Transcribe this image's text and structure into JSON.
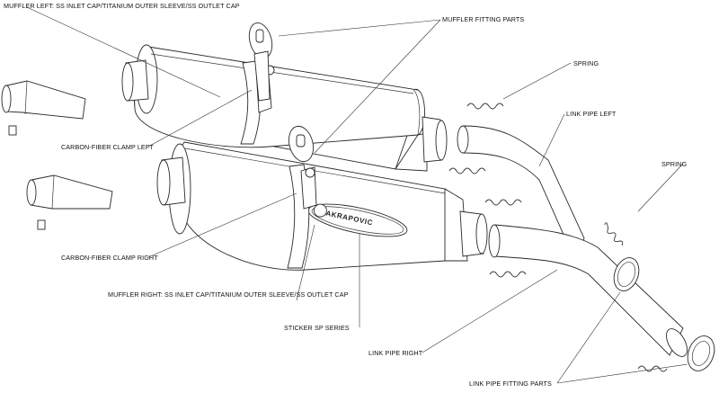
{
  "labels": {
    "muffler_left": "MUFFLER LEFT: SS INLET CAP/TITANIUM OUTER SLEEVE/SS OUTLET CAP",
    "muffler_fitting_parts": "MUFFLER FITTING PARTS",
    "spring_top": "SPRING",
    "link_pipe_left": "LINK PIPE LEFT",
    "carbon_clamp_left": "CARBON-FIBER CLAMP LEFT",
    "spring_right": "SPRING",
    "carbon_clamp_right": "CARBON-FIBER CLAMP RIGHT",
    "muffler_right": "MUFFLER RIGHT: SS INLET CAP/TITANIUM OUTER SLEEVE/SS OUTLET CAP",
    "sticker": "STICKER SP SERIES",
    "link_pipe_right": "LINK PIPE RIGHT",
    "link_pipe_fitting_parts": "LINK PIPE FITTING PARTS"
  },
  "logo_text": "AKRAPOVIC"
}
